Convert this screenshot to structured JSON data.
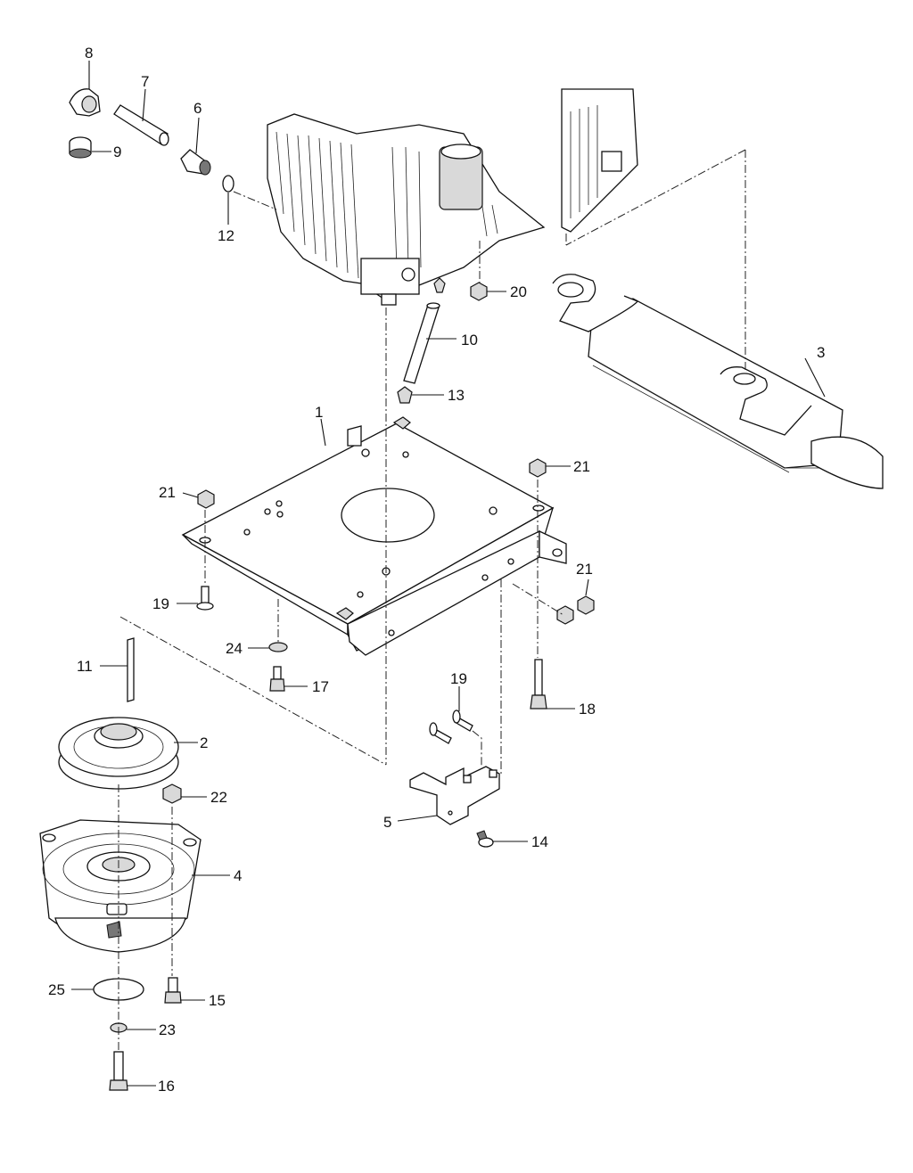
{
  "callouts": [
    {
      "id": "1",
      "text": "1"
    },
    {
      "id": "2",
      "text": "2"
    },
    {
      "id": "3",
      "text": "3"
    },
    {
      "id": "4",
      "text": "4"
    },
    {
      "id": "5",
      "text": "5"
    },
    {
      "id": "6",
      "text": "6"
    },
    {
      "id": "7",
      "text": "7"
    },
    {
      "id": "8",
      "text": "8"
    },
    {
      "id": "9",
      "text": "9"
    },
    {
      "id": "10",
      "text": "10"
    },
    {
      "id": "11",
      "text": "11"
    },
    {
      "id": "12",
      "text": "12"
    },
    {
      "id": "13",
      "text": "13"
    },
    {
      "id": "14",
      "text": "14"
    },
    {
      "id": "15",
      "text": "15"
    },
    {
      "id": "16",
      "text": "16"
    },
    {
      "id": "17",
      "text": "17"
    },
    {
      "id": "18",
      "text": "18"
    },
    {
      "id": "19a",
      "text": "19"
    },
    {
      "id": "19b",
      "text": "19"
    },
    {
      "id": "20",
      "text": "20"
    },
    {
      "id": "21a",
      "text": "21"
    },
    {
      "id": "21b",
      "text": "21"
    },
    {
      "id": "21c",
      "text": "21"
    },
    {
      "id": "22",
      "text": "22"
    },
    {
      "id": "23",
      "text": "23"
    },
    {
      "id": "24",
      "text": "24"
    },
    {
      "id": "25",
      "text": "25"
    }
  ]
}
